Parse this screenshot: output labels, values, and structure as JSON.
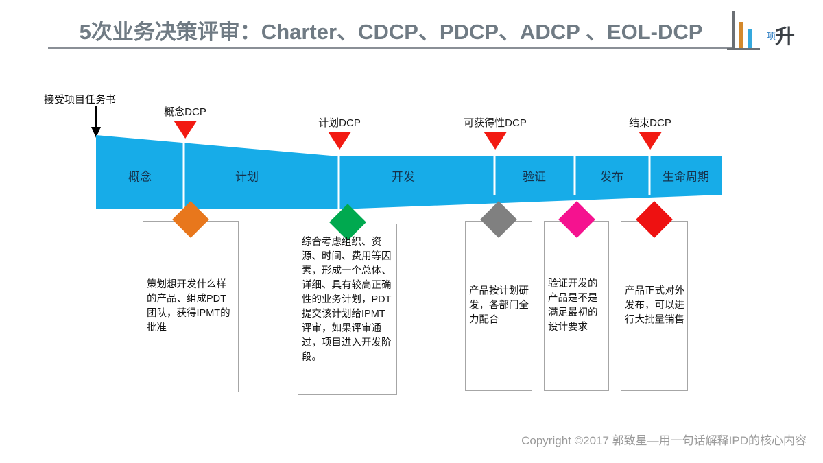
{
  "header": {
    "title": "5次业务决策评审：Charter、CDCP、PDCP、ADCP 、EOL-DCP",
    "logo_small": "项",
    "logo_large": "升"
  },
  "start_marker": {
    "label": "接受项目任务书"
  },
  "funnel": {
    "color": "#17ACE8",
    "stages": [
      {
        "name": "概念"
      },
      {
        "name": "计划"
      },
      {
        "name": "开发"
      },
      {
        "name": "验证"
      },
      {
        "name": "发布"
      },
      {
        "name": "生命周期"
      }
    ]
  },
  "dcp_markers": [
    {
      "label": "概念DCP"
    },
    {
      "label": "计划DCP"
    },
    {
      "label": "可获得性DCP"
    },
    {
      "label": "结束DCP"
    }
  ],
  "detail_boxes": [
    {
      "diamond_color": "#E8771C",
      "text": "策划想开发什么样的产品、组成PDT团队，获得IPMT的批准"
    },
    {
      "diamond_color": "#00A94F",
      "text": "综合考虑组织、资源、时间、费用等因素，形成一个总体、详细、具有较高正确性的业务计划，PDT提交该计划给IPMT评审，如果评审通过，项目进入开发阶段。"
    },
    {
      "diamond_color": "#808080",
      "text": "产品按计划研发，各部门全力配合"
    },
    {
      "diamond_color": "#F5128F",
      "text": "验证开发的产品是不是满足最初的设计要求"
    },
    {
      "diamond_color": "#EE1111",
      "text": "产品正式对外发布，可以进行大批量销售"
    }
  ],
  "footer": {
    "copyright": "Copyright ©2017 郭致星—用一句话解释IPD的核心内容"
  }
}
